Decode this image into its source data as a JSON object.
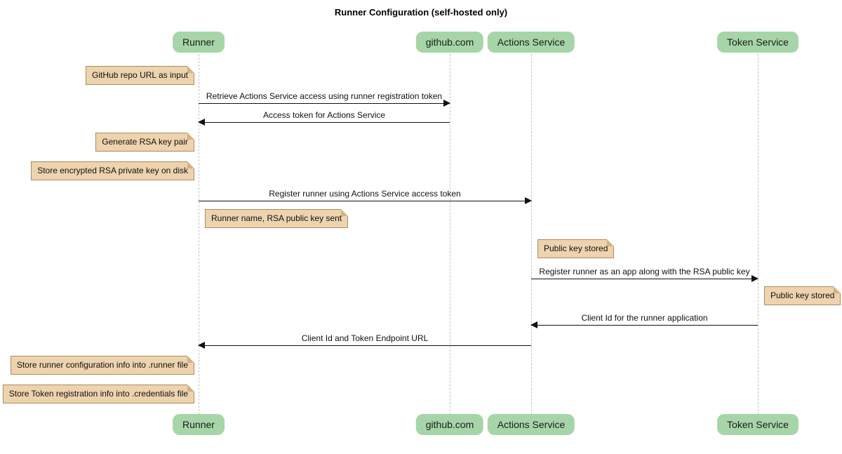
{
  "title": "Runner Configuration (self-hosted only)",
  "diagram_type": "sequence-diagram",
  "colors": {
    "participant_fill": "#A6D6A7",
    "note_fill": "#EDD3AE",
    "note_border": "#A98C60",
    "note_fold": "#D2B280",
    "lifeline": "#C3C3C3",
    "arrow": "#111111",
    "background": "#FFFFFF"
  },
  "participants": [
    {
      "name": "Runner"
    },
    {
      "name": "github.com"
    },
    {
      "name": "Actions Service"
    },
    {
      "name": "Token Service"
    }
  ],
  "messages": [
    {
      "from": "Runner",
      "to": "github.com",
      "label": "Retrieve Actions Service access using runner registration token"
    },
    {
      "from": "github.com",
      "to": "Runner",
      "label": "Access token for Actions Service"
    },
    {
      "from": "Runner",
      "to": "Actions Service",
      "label": "Register runner using Actions Service access token"
    },
    {
      "from": "Actions Service",
      "to": "Token Service",
      "label": "Register runner as an app along with the RSA public key"
    },
    {
      "from": "Token Service",
      "to": "Actions Service",
      "label": "Client Id for the runner application"
    },
    {
      "from": "Actions Service",
      "to": "Runner",
      "label": "Client Id and Token Endpoint URL"
    }
  ],
  "notes": [
    {
      "text": "GitHub repo URL as input",
      "position": "left of Runner"
    },
    {
      "text": "Generate RSA key pair",
      "position": "left of Runner"
    },
    {
      "text": "Store encrypted RSA private key on disk",
      "position": "left of Runner"
    },
    {
      "text": "Runner name, RSA public key sent",
      "position": "right of Runner"
    },
    {
      "text": "Public key stored",
      "position": "right of Actions Service"
    },
    {
      "text": "Public key stored",
      "position": "right of Token Service"
    },
    {
      "text": "Store runner configuration info into .runner file",
      "position": "left of Runner"
    },
    {
      "text": "Store Token registration info into .credentials file",
      "position": "left of Runner"
    }
  ]
}
